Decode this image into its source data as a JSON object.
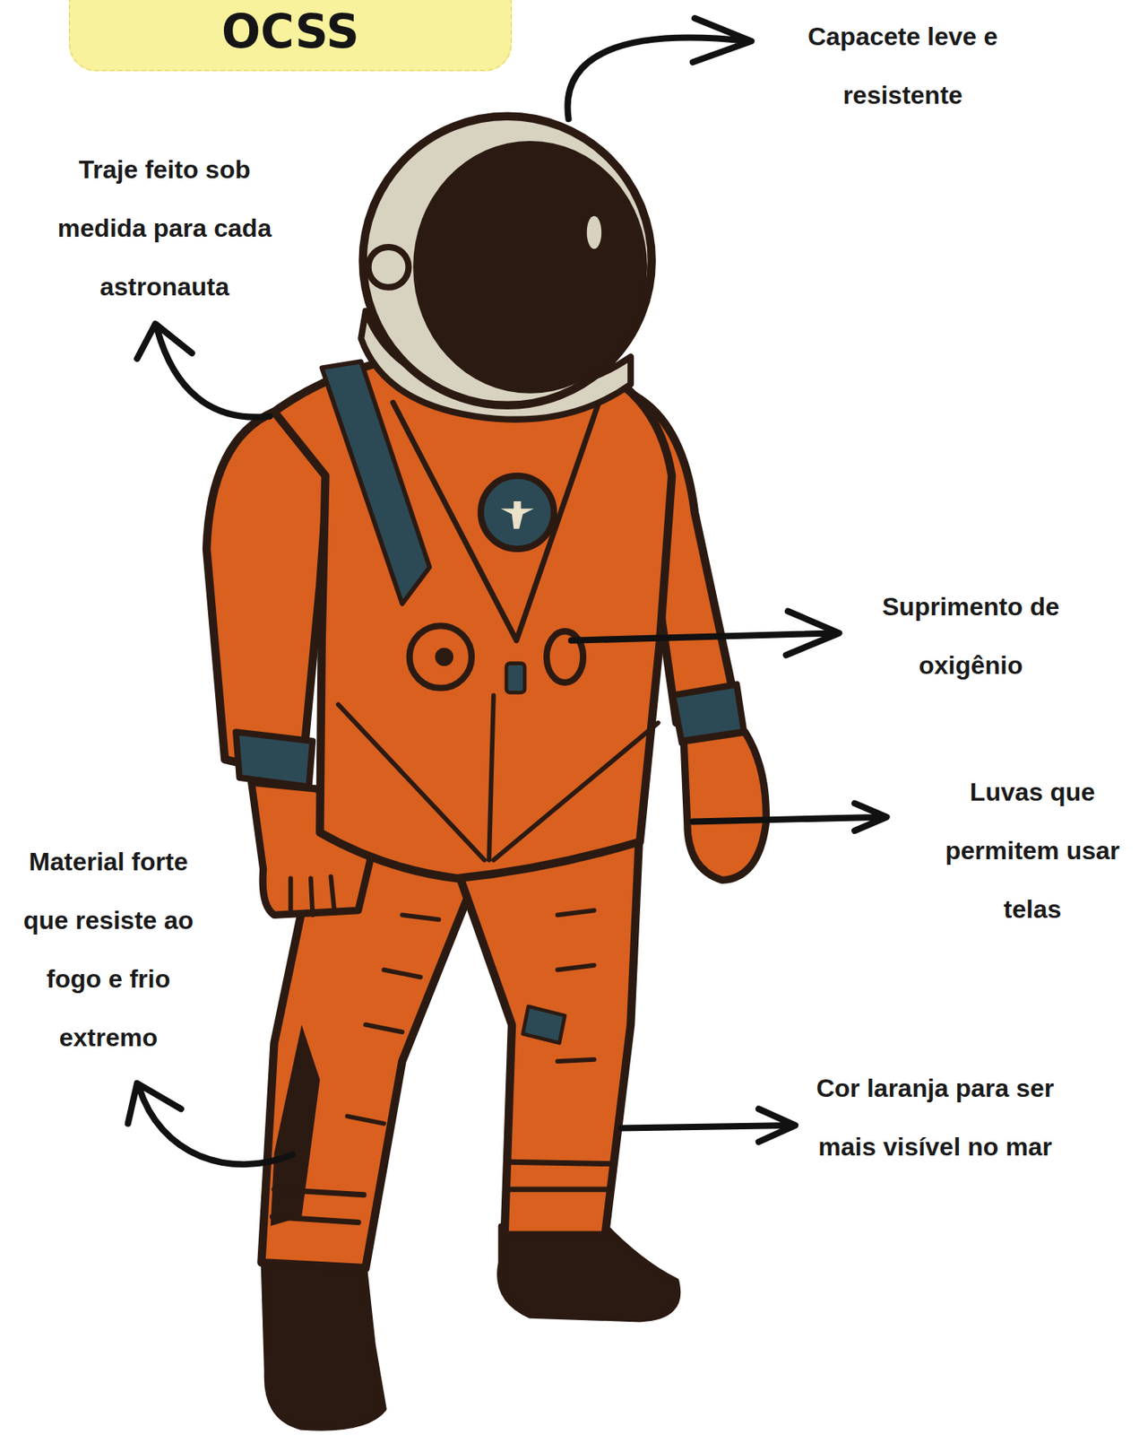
{
  "diagram": {
    "title": "OCSS",
    "labels": [
      "Capacete leve e resistente",
      "Traje feito sob medida para cada astronauta",
      "Suprimento de oxigênio",
      "Luvas que permitem usar telas",
      "Material forte que resiste ao fogo e frio extremo",
      "Cor laranja para ser mais visível no mar"
    ]
  }
}
